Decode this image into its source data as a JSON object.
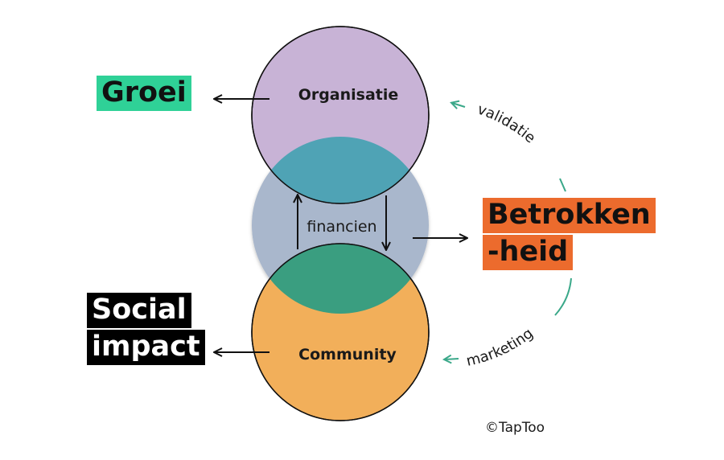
{
  "circles": {
    "top": {
      "label": "Organisatie",
      "color": "#c8b3d6"
    },
    "middle": {
      "label": "financien",
      "color": "#a9b7cc"
    },
    "bottom": {
      "label": "Community",
      "color": "#f2af5a"
    },
    "overlap_top_color": "#4fa3b5",
    "overlap_bottom_color": "#3a9e80"
  },
  "outcomes": {
    "groei": "Groei",
    "betrokkenheid_line1": "Betrokken",
    "betrokkenheid_line2": "-heid",
    "social_impact_line1": "Social",
    "social_impact_line2": "impact"
  },
  "cycle_labels": {
    "validatie": "validatie",
    "marketing": "marketing"
  },
  "copyright": "©TapToo",
  "colors": {
    "groei": "#2fd197",
    "betrokkenheid": "#ec6b2d",
    "social_impact": "#000000",
    "cycle_arrow": "#3aa889"
  }
}
